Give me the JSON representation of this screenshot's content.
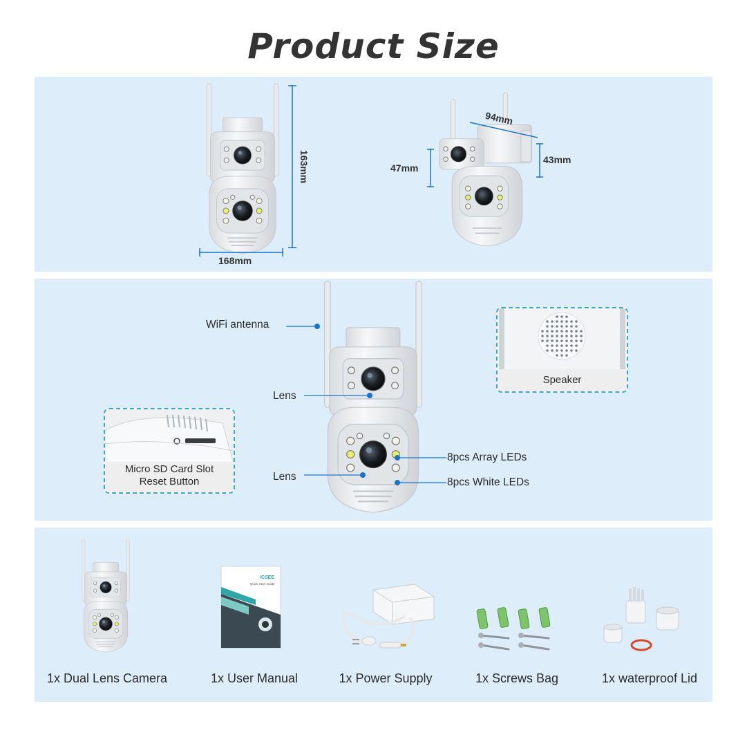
{
  "title": "Product Size",
  "dimensions": {
    "height": "163mm",
    "width": "168mm",
    "depth": "94mm",
    "lens_height_left": "47mm",
    "lens_height_right": "43mm"
  },
  "features": {
    "wifi_antenna": "WiFi antenna",
    "lens_top": "Lens",
    "lens_bottom": "Lens",
    "array_leds": "8pcs Array LEDs",
    "white_leds": "8pcs White LEDs",
    "speaker": "Speaker",
    "sd_slot": "Micro SD Card Slot",
    "reset_button": "Reset Button"
  },
  "package": {
    "items": [
      {
        "label": "1x Dual Lens Camera",
        "icon": "camera-icon"
      },
      {
        "label": "1x User Manual",
        "icon": "manual-icon"
      },
      {
        "label": "1x Power Supply",
        "icon": "power-supply-icon"
      },
      {
        "label": "1x Screws Bag",
        "icon": "screws-icon"
      },
      {
        "label": "1x waterproof Lid",
        "icon": "lid-icon"
      }
    ]
  },
  "manual_cover": {
    "brand": "ICSEE",
    "subtitle": "Quick Start Guide"
  },
  "colors": {
    "panel_bg": "#ddeefa",
    "accent": "#1a73c9",
    "dashed": "#3aa8c6"
  }
}
